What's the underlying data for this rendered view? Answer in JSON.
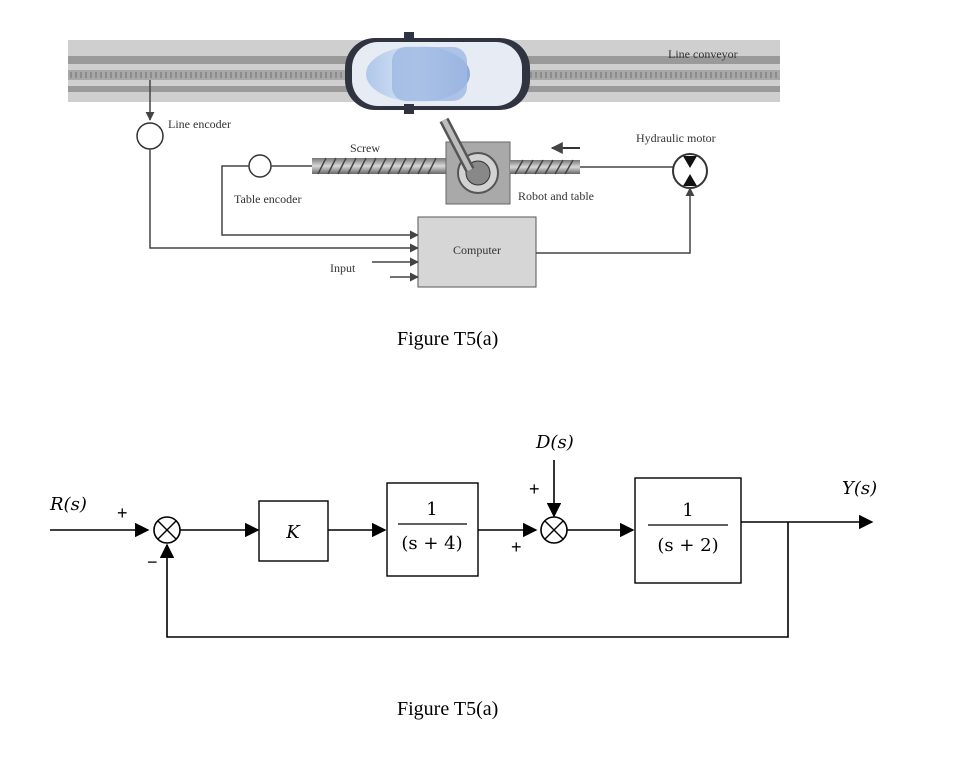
{
  "figure_top": {
    "labels": {
      "line_conveyor": "Line conveyor",
      "line_encoder": "Line encoder",
      "screw": "Screw",
      "table_encoder": "Table encoder",
      "robot_and_table": "Robot and table",
      "hydraulic_motor": "Hydraulic motor",
      "computer": "Computer",
      "input": "Input"
    },
    "caption": "Figure T5(a)"
  },
  "figure_bottom": {
    "input_label": "R(s)",
    "output_label": "Y(s)",
    "disturbance_label": "D(s)",
    "gain_label": "K",
    "block1": {
      "numerator": "1",
      "denominator": "(s + 4)"
    },
    "block2": {
      "numerator": "1",
      "denominator": "(s + 2)"
    },
    "signs": {
      "sum1_input": "+",
      "sum1_feedback": "−",
      "sum2_disturbance": "+",
      "sum2_input": "+"
    },
    "caption": "Figure T5(a)"
  }
}
